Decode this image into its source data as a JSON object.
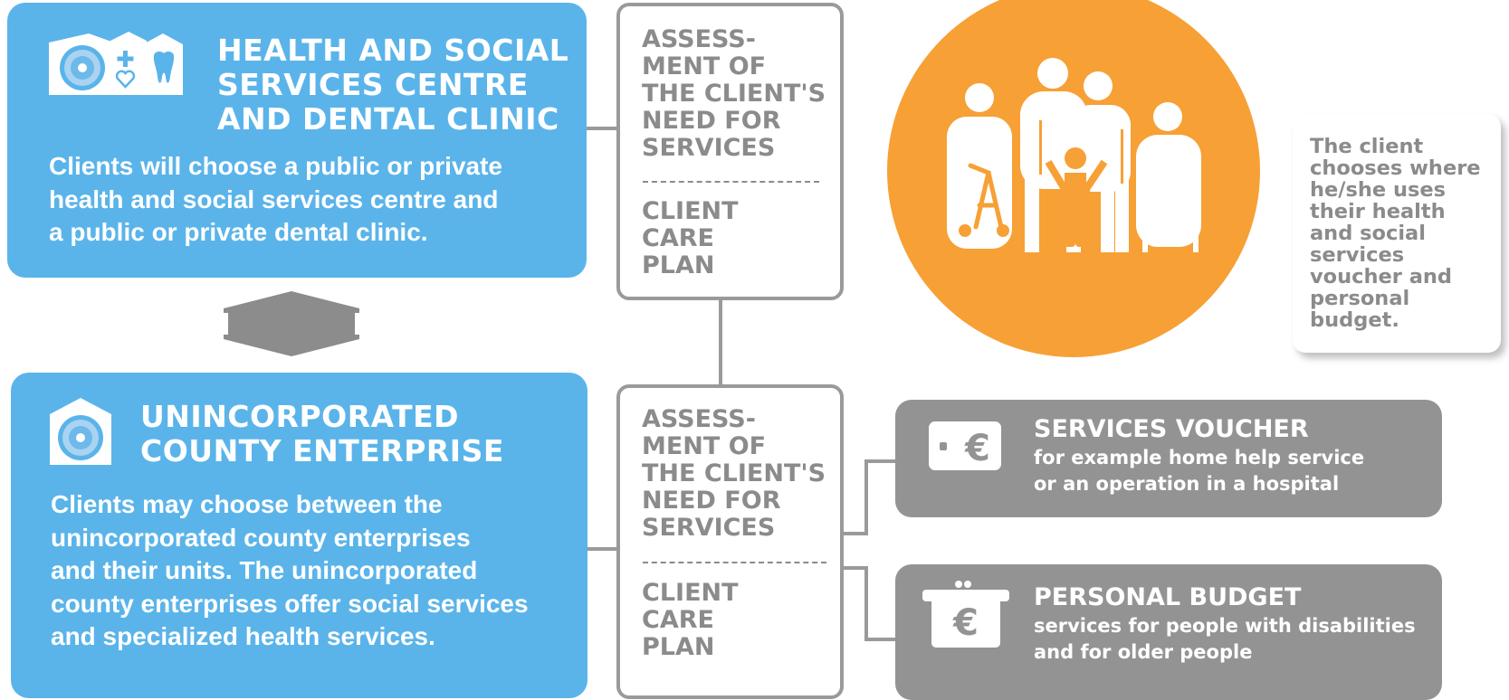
{
  "health_centre": {
    "title": "HEALTH AND SOCIAL\nSERVICES CENTRE\nAND DENTAL CLINIC",
    "body": "Clients will choose a public or private\nhealth and social services centre and\na public or private dental clinic."
  },
  "county_enterprise": {
    "title": "UNINCORPORATED\nCOUNTY ENTERPRISE",
    "body": "Clients may choose between the\nunincorporated county enterprises\nand their units. The unincorporated\ncounty enterprises offer social services\nand specialized health services."
  },
  "assessment_top": {
    "need": "ASSESS-\nMENT OF\nTHE CLIENT'S\nNEED FOR\nSERVICES",
    "plan": "CLIENT\nCARE\nPLAN"
  },
  "assessment_bottom": {
    "need": "ASSESS-\nMENT OF\nTHE CLIENT'S\nNEED FOR\nSERVICES",
    "plan": "CLIENT\nCARE\nPLAN"
  },
  "speech_bubble": {
    "text": "The client\nchooses where\nhe/she uses\ntheir health\nand social\nservices\nvoucher and\npersonal\nbudget."
  },
  "services_voucher": {
    "title": "SERVICES VOUCHER",
    "subtitle": "for example home help service\nor an operation in a hospital",
    "icon": "voucher-euro-icon",
    "currency_symbol": "€"
  },
  "personal_budget": {
    "title": "PERSONAL BUDGET",
    "subtitle": "services for people with disabilities\nand for older people",
    "icon": "wallet-euro-icon",
    "currency_symbol": "€"
  },
  "colors": {
    "blue": "#5ab4ea",
    "orange": "#f7a036",
    "grey": "#939393",
    "line_grey": "#9a9a9a",
    "text_grey": "#8b8b8b"
  }
}
